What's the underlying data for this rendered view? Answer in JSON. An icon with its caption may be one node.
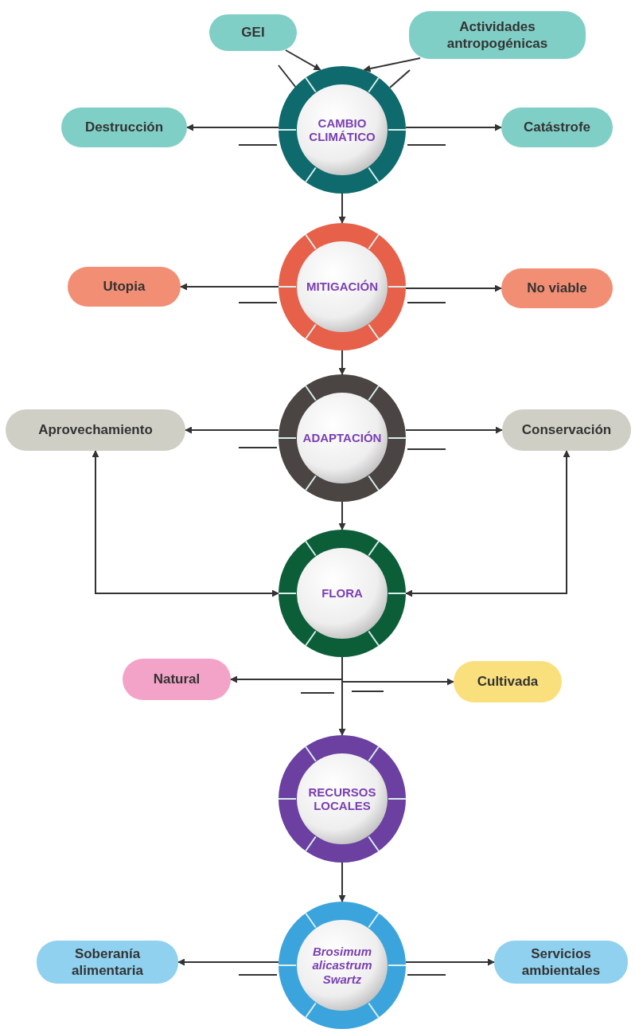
{
  "diagram": {
    "nodes": [
      {
        "text": [
          "GEI"
        ]
      },
      {
        "text": [
          "Actividades antropogénicas"
        ]
      },
      {
        "text": [
          "CAMBIO CLIMÁTICO"
        ]
      },
      {
        "text": [
          "Destrucción"
        ]
      },
      {
        "text": [
          "Catástrofe"
        ]
      },
      {
        "text": [
          "MITIGACIÓN"
        ]
      },
      {
        "text": [
          "Utopia"
        ]
      },
      {
        "text": [
          "No viable"
        ]
      },
      {
        "text": [
          "ADAPTACIÓN"
        ]
      },
      {
        "text": [
          "Aprovechamiento"
        ]
      },
      {
        "text": [
          "Conservación"
        ]
      },
      {
        "text": [
          "FLORA"
        ]
      },
      {
        "text": [
          "Natural"
        ]
      },
      {
        "text": [
          "Cultivada"
        ]
      },
      {
        "text": [
          "RECURSOS LOCALES"
        ]
      },
      {
        "text": [
          "Brosimum alicastrum Swartz"
        ]
      },
      {
        "text": [
          "Soberanía alimentaria"
        ]
      },
      {
        "text": [
          "Servicios ambientales"
        ]
      }
    ],
    "edges": [
      {
        "from": 0,
        "to": 2,
        "arrow": "to"
      },
      {
        "from": 1,
        "to": 2,
        "arrow": "to"
      },
      {
        "from": 2,
        "to": 3,
        "arrow": "to"
      },
      {
        "from": 2,
        "to": 4,
        "arrow": "to"
      },
      {
        "from": 2,
        "to": 5,
        "arrow": "to"
      },
      {
        "from": 5,
        "to": 6,
        "arrow": "to"
      },
      {
        "from": 5,
        "to": 7,
        "arrow": "to"
      },
      {
        "from": 5,
        "to": 8,
        "arrow": "to"
      },
      {
        "from": 8,
        "to": 9,
        "arrow": "to"
      },
      {
        "from": 8,
        "to": 10,
        "arrow": "to"
      },
      {
        "from": 8,
        "to": 11,
        "arrow": "to"
      },
      {
        "from": 9,
        "to": 11,
        "arrow": "both"
      },
      {
        "from": 10,
        "to": 11,
        "arrow": "both"
      },
      {
        "from": 11,
        "to": 12,
        "arrow": "to"
      },
      {
        "from": 11,
        "to": 13,
        "arrow": "to"
      },
      {
        "from": 11,
        "to": 14,
        "arrow": "to"
      },
      {
        "from": 14,
        "to": 15,
        "arrow": "to"
      },
      {
        "from": 15,
        "to": 16,
        "arrow": "to"
      },
      {
        "from": 15,
        "to": 17,
        "arrow": "to"
      }
    ]
  }
}
